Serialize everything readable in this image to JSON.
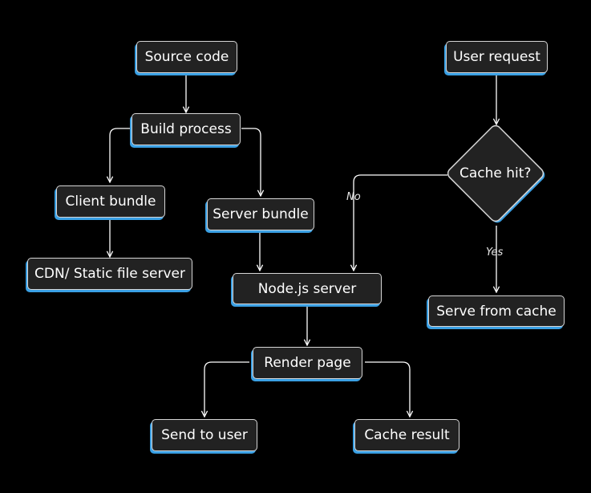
{
  "nodes": {
    "source_code": "Source code",
    "build_process": "Build process",
    "client_bundle": "Client bundle",
    "cdn_server": "CDN/ Static file server",
    "server_bundle": "Server bundle",
    "node_server": "Node.js server",
    "render_page": "Render page",
    "send_to_user": "Send to user",
    "cache_result": "Cache result",
    "user_request": "User request",
    "cache_hit": "Cache hit?",
    "serve_from_cache": "Serve from cache"
  },
  "edge_labels": {
    "no": "No",
    "yes": "Yes"
  },
  "colors": {
    "background": "#000000",
    "node_fill": "#222222",
    "node_border": "#d6d6d6",
    "accent_shadow": "#3aa0e4",
    "line": "#ffffff"
  }
}
